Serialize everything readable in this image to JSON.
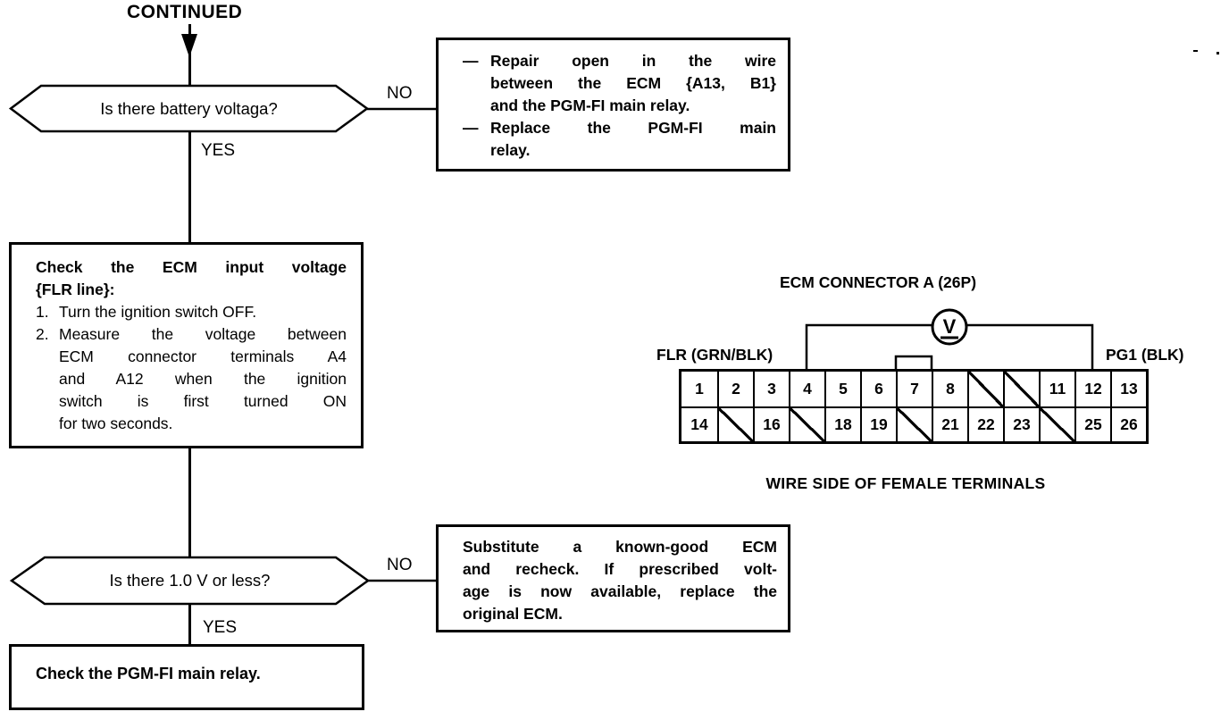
{
  "page": {
    "paper": "#ffffff",
    "ink": "#000000"
  },
  "flowchart": {
    "continued_label": "CONTINUED",
    "decision1": {
      "text": "Is there battery voltaga?",
      "no_label": "NO",
      "yes_label": "YES"
    },
    "repair_box": {
      "items": [
        {
          "bullet": "—",
          "lines": [
            "Repair open in the wire",
            "between the ECM {A13, B1}",
            "and the PGM-FI main relay."
          ]
        },
        {
          "bullet": "—",
          "lines": [
            "Replace the PGM-FI main",
            "relay."
          ]
        }
      ]
    },
    "check_box": {
      "heading_lines": [
        "Check the ECM input voltage",
        "{FLR line}:"
      ],
      "steps": [
        {
          "num": "1.",
          "lines": [
            "Turn the ignition switch OFF."
          ]
        },
        {
          "num": "2.",
          "lines": [
            "Measure the voltage between",
            "ECM connector terminals A4",
            "and A12 when the ignition",
            "switch is first turned ON",
            "for two seconds."
          ]
        }
      ]
    },
    "decision2": {
      "text": "Is there 1.0 V or less?",
      "no_label": "NO",
      "yes_label": "YES"
    },
    "substitute_box": {
      "lines": [
        "Substitute a known-good ECM",
        "and recheck. If prescribed volt-",
        "age is now available, replace the",
        "original ECM."
      ]
    },
    "final_box": {
      "text": "Check the PGM-FI main relay."
    }
  },
  "connector": {
    "title": "ECM CONNECTOR A (26P)",
    "left_pin_label": "FLR (GRN/BLK)",
    "right_pin_label": "PG1 (BLK)",
    "voltmeter_symbol": "V",
    "caption": "WIRE SIDE OF FEMALE TERMINALS",
    "rows": [
      [
        "1",
        "2",
        "3",
        "4",
        "5",
        "6",
        "7",
        "8",
        "/",
        "/",
        "11",
        "12",
        "13"
      ],
      [
        "14",
        "/",
        "16",
        "/",
        "18",
        "19",
        "/",
        "21",
        "22",
        "23",
        "/",
        "25",
        "26"
      ]
    ]
  }
}
